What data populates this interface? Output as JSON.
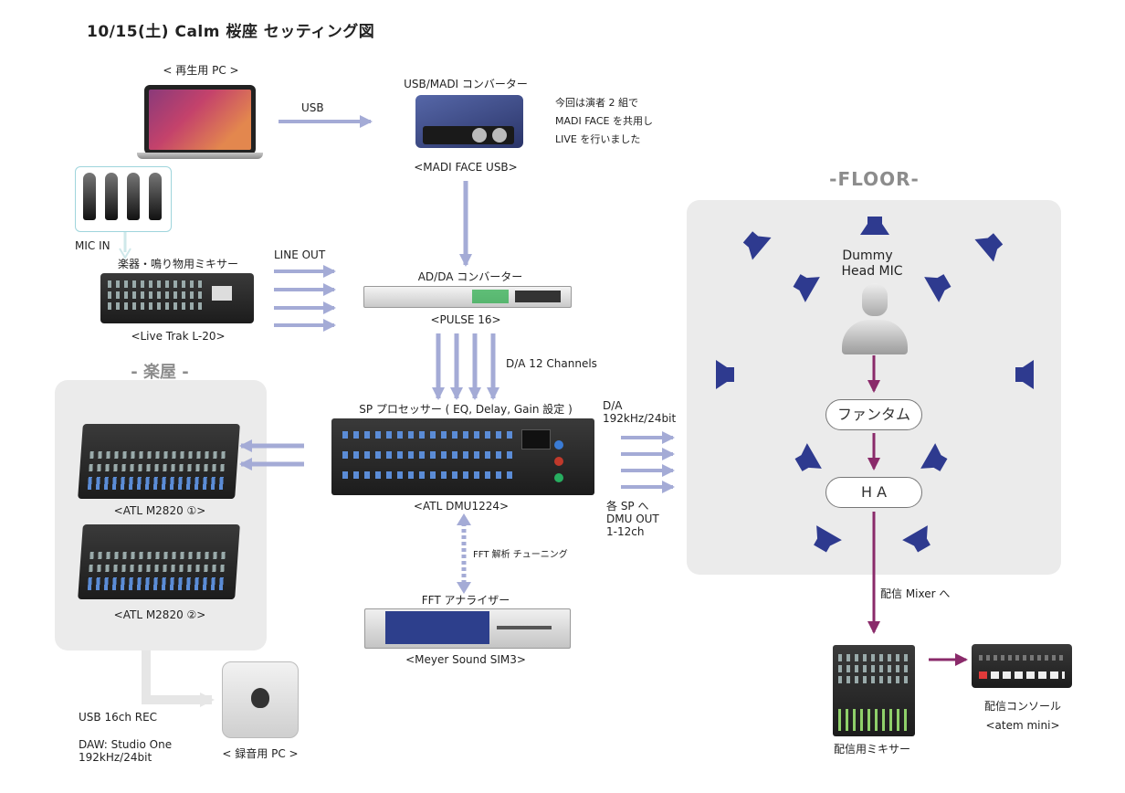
{
  "title": "10/15(土) Calm 桜座 セッティング図",
  "colors": {
    "arrow_blue": "#a4abd6",
    "arrow_purple": "#8a2a6a",
    "speaker_blue": "#2e3a8f",
    "panel_gray": "#ebebeb",
    "floor_title": "#8c8c8c"
  },
  "devices": {
    "playback_pc": {
      "caption": "< 再生用 PC >",
      "icon": "laptop-icon"
    },
    "usb_madi": {
      "title": "USB/MADI コンバーター",
      "caption": "<MADI FACE USB>"
    },
    "note": {
      "lines": [
        "今回は演者 2 組で",
        "MADI FACE を共用し",
        "LIVE を行いました"
      ]
    },
    "mixer_l20": {
      "title": "楽器・鳴り物用ミキサー",
      "caption": "<Live Trak L-20>"
    },
    "mics": {
      "label": "MIC IN"
    },
    "adda": {
      "title": "AD/DA コンバーター",
      "caption": "<PULSE 16>"
    },
    "sp_processor": {
      "title": "SP プロセッサー ( EQ, Delay, Gain 設定 )",
      "caption": "<ATL DMU1224>"
    },
    "fft": {
      "title": "FFT アナライザー",
      "caption": "<Meyer Sound SIM3>"
    },
    "m2820_1": {
      "caption": "<ATL M2820 ①>"
    },
    "m2820_2": {
      "caption": "<ATL M2820 ②>"
    },
    "rec_pc": {
      "caption": "< 録音用 PC >",
      "icon": "apple-logo-icon"
    },
    "stream_mixer": {
      "caption": "配信用ミキサー"
    },
    "stream_console": {
      "caption": "配信コンソール",
      "sub": "<atem mini>"
    }
  },
  "labels": {
    "usb": "USB",
    "line_out": "LINE OUT",
    "da_12ch": "D/A 12 Channels",
    "da_rate": [
      "D/A",
      "192kHz/24bit"
    ],
    "sp_out": [
      "各 SP へ",
      "DMU OUT",
      "1-12ch"
    ],
    "fft_tuning": "FFT 解析 チューニング",
    "usb_rec": "USB  16ch REC",
    "daw": [
      "DAW: Studio One",
      "192kHz/24bit"
    ],
    "stream_mixer_to": "配信 Mixer へ"
  },
  "gakuya": {
    "title": "- 楽屋 -"
  },
  "floor": {
    "title": "-FLOOR-",
    "dummy_head": [
      "Dummy",
      "Head MIC"
    ],
    "phantom": "ファンタム",
    "ha": "H A"
  }
}
